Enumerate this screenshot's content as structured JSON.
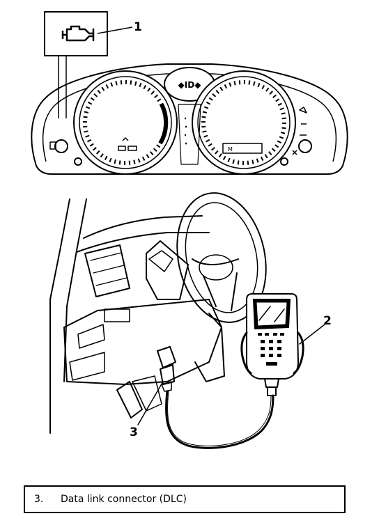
{
  "callouts": {
    "c1": "1",
    "c2": "2",
    "c3": "3"
  },
  "cluster": {
    "center_indicator": "◆ID◆",
    "gear_letter": "M"
  },
  "legend": {
    "number": "3.",
    "text": "Data link connector (DLC)"
  },
  "colors": {
    "line": "#000000",
    "background": "#ffffff"
  }
}
